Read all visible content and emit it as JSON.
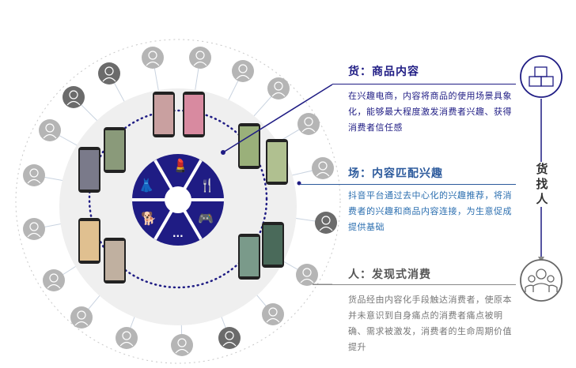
{
  "goods": {
    "title": "货：商品内容",
    "body": "在兴趣电商，内容将商品的使用场景具象化，能够最大程度激发消费者兴趣、获得消费者信任感"
  },
  "field": {
    "title": "场：内容匹配兴趣",
    "body": "抖音平台通过去中心化的兴趣推荐，将消费者的兴趣和商品内容连接，为生意促成提供基础"
  },
  "people": {
    "title": "人：发现式消费",
    "body": "货品经由内容化手段触达消费者，使原本并未意识到自身痛点的消费者痛点被明确、需求被激发，消费者的生命周期价值提升"
  },
  "side_label": "货找人",
  "center": {
    "more_label": "...",
    "categories": [
      "beauty-icon",
      "food-icon",
      "gamepad-icon",
      "more",
      "pet-icon",
      "apparel-icon"
    ]
  },
  "colors": {
    "navy": "#1f1c84",
    "gray": "#888888",
    "blue": "#2c5a9c"
  }
}
